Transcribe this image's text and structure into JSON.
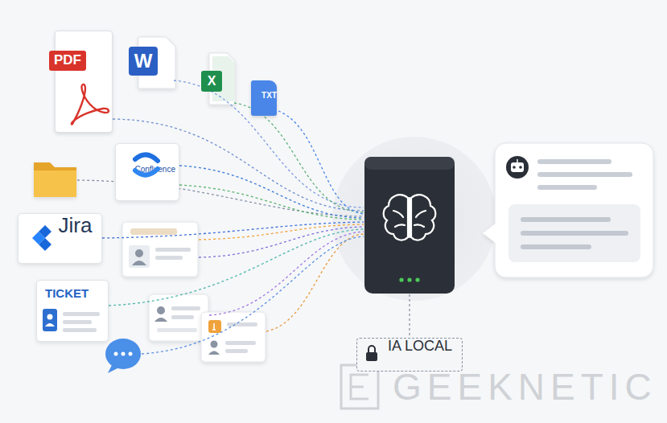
{
  "diagram": {
    "nodes": [
      {
        "text": [
          "PDF"
        ]
      },
      {
        "text": [
          "W"
        ]
      },
      {
        "text": [
          "X"
        ]
      },
      {
        "text": [
          "TXT"
        ]
      },
      {
        "text": [
          "Confluence"
        ]
      },
      {
        "text": [
          "Jira"
        ]
      },
      {
        "text": [
          "TICKET"
        ]
      },
      {
        "text": [
          "IA LOCAL"
        ]
      }
    ],
    "labels": [
      "GEEKNETIC"
    ]
  }
}
